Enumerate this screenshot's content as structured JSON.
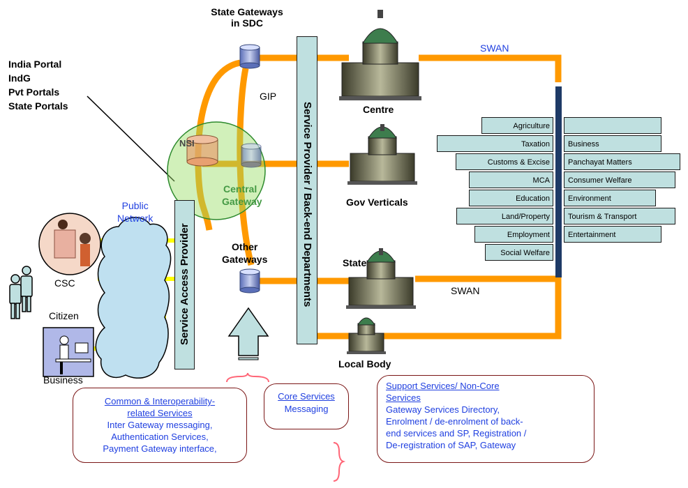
{
  "labels": {
    "state_gateways_1": "State Gateways",
    "state_gateways_2": "in SDC",
    "portals": [
      "India Portal",
      "IndG",
      "Pvt Portals",
      "State Portals"
    ],
    "swan_top": "SWAN",
    "swan_bottom": "SWAN",
    "gip": "GIP",
    "nsi": "NSI",
    "central_gateway_1": "Central",
    "central_gateway_2": "Gateway",
    "centre": "Centre",
    "gov_verticals": "Gov Verticals",
    "state": "State",
    "local_body": "Local Body",
    "public_network_1": "Public",
    "public_network_2": "Network",
    "other_gateways_1": "Other",
    "other_gateways_2": "Gateways",
    "csc": "CSC",
    "citizen": "Citizen",
    "business": "Business",
    "service_access_provider": "Service Access Provider",
    "service_provider_backend": "Service Provider / Back-end Departments"
  },
  "departments_left": [
    "Agriculture",
    "Taxation",
    "Customs & Excise",
    "MCA",
    "Education",
    "Land/Property",
    "Employment",
    "Social Welfare"
  ],
  "departments_right": [
    "",
    "Business",
    "Panchayat Matters",
    "Consumer Welfare",
    "Environment",
    "Tourism & Transport",
    "Entertainment"
  ],
  "boxes": {
    "common": {
      "title_1": "Common  & Interoperability-",
      "title_2": "related Services",
      "lines": [
        "Inter Gateway messaging,",
        "Authentication Services,",
        "Payment Gateway interface,"
      ]
    },
    "core": {
      "title": "Core Services",
      "lines": [
        "Messaging"
      ]
    },
    "support": {
      "title_1": "Support Services/ Non-Core",
      "title_2": "Services",
      "lines": [
        "Gateway Services Directory,",
        "Enrolment / de-enrolment of back-",
        "end services and SP, Registration /",
        "De-registration of SAP, Gateway"
      ]
    }
  },
  "colors": {
    "connector": "#ff9900",
    "public_link": "#ffff00",
    "department_fill": "#bfe0e0",
    "gateway_circle": "#99dd66",
    "spine": "#1e3a66",
    "box_border": "#7a1515",
    "blue_text": "#1f3fe0"
  }
}
